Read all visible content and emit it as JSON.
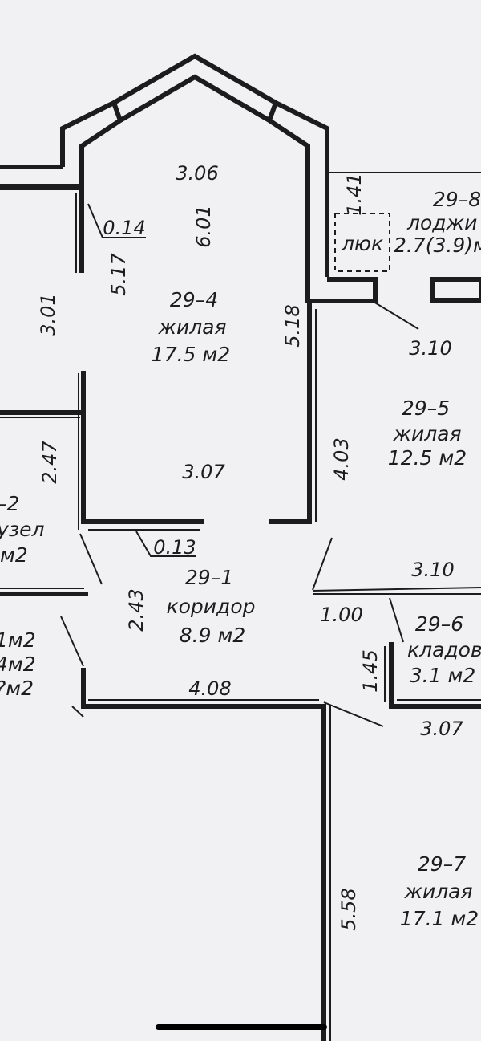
{
  "rooms": {
    "r4": {
      "code": "29–4",
      "type": "жилая",
      "area": "17.5 м2"
    },
    "r5": {
      "code": "29–5",
      "type": "жилая",
      "area": "12.5 м2"
    },
    "r1": {
      "code": "29–1",
      "type": "коридор",
      "area": "8.9 м2"
    },
    "r6": {
      "code": "29–6",
      "type": "кладов",
      "area": "3.1 м2"
    },
    "r7": {
      "code": "29–7",
      "type": "жилая",
      "area": "17.1 м2"
    },
    "r8": {
      "code": "29–8",
      "type": "лоджи",
      "area": "2.7(3.9)м"
    },
    "r2": {
      "code": "–2",
      "type": "узел",
      "area": "м2"
    },
    "left_areas": [
      "1м2",
      "4м2",
      "?м2"
    ]
  },
  "hatch_label": "люк",
  "dimensions": {
    "d306": "3.06",
    "d601": "6.01",
    "d014": "0.14",
    "d517": "5.17",
    "d301": "3.01",
    "d518": "5.18",
    "d141": "1.41",
    "d310a": "3.10",
    "d403": "4.03",
    "d247": "2.47",
    "d307a": "3.07",
    "d013": "0.13",
    "d310b": "3.10",
    "d100": "1.00",
    "d243": "2.43",
    "d145": "1.45",
    "d408": "4.08",
    "d307b": "3.07",
    "d558": "5.58"
  }
}
